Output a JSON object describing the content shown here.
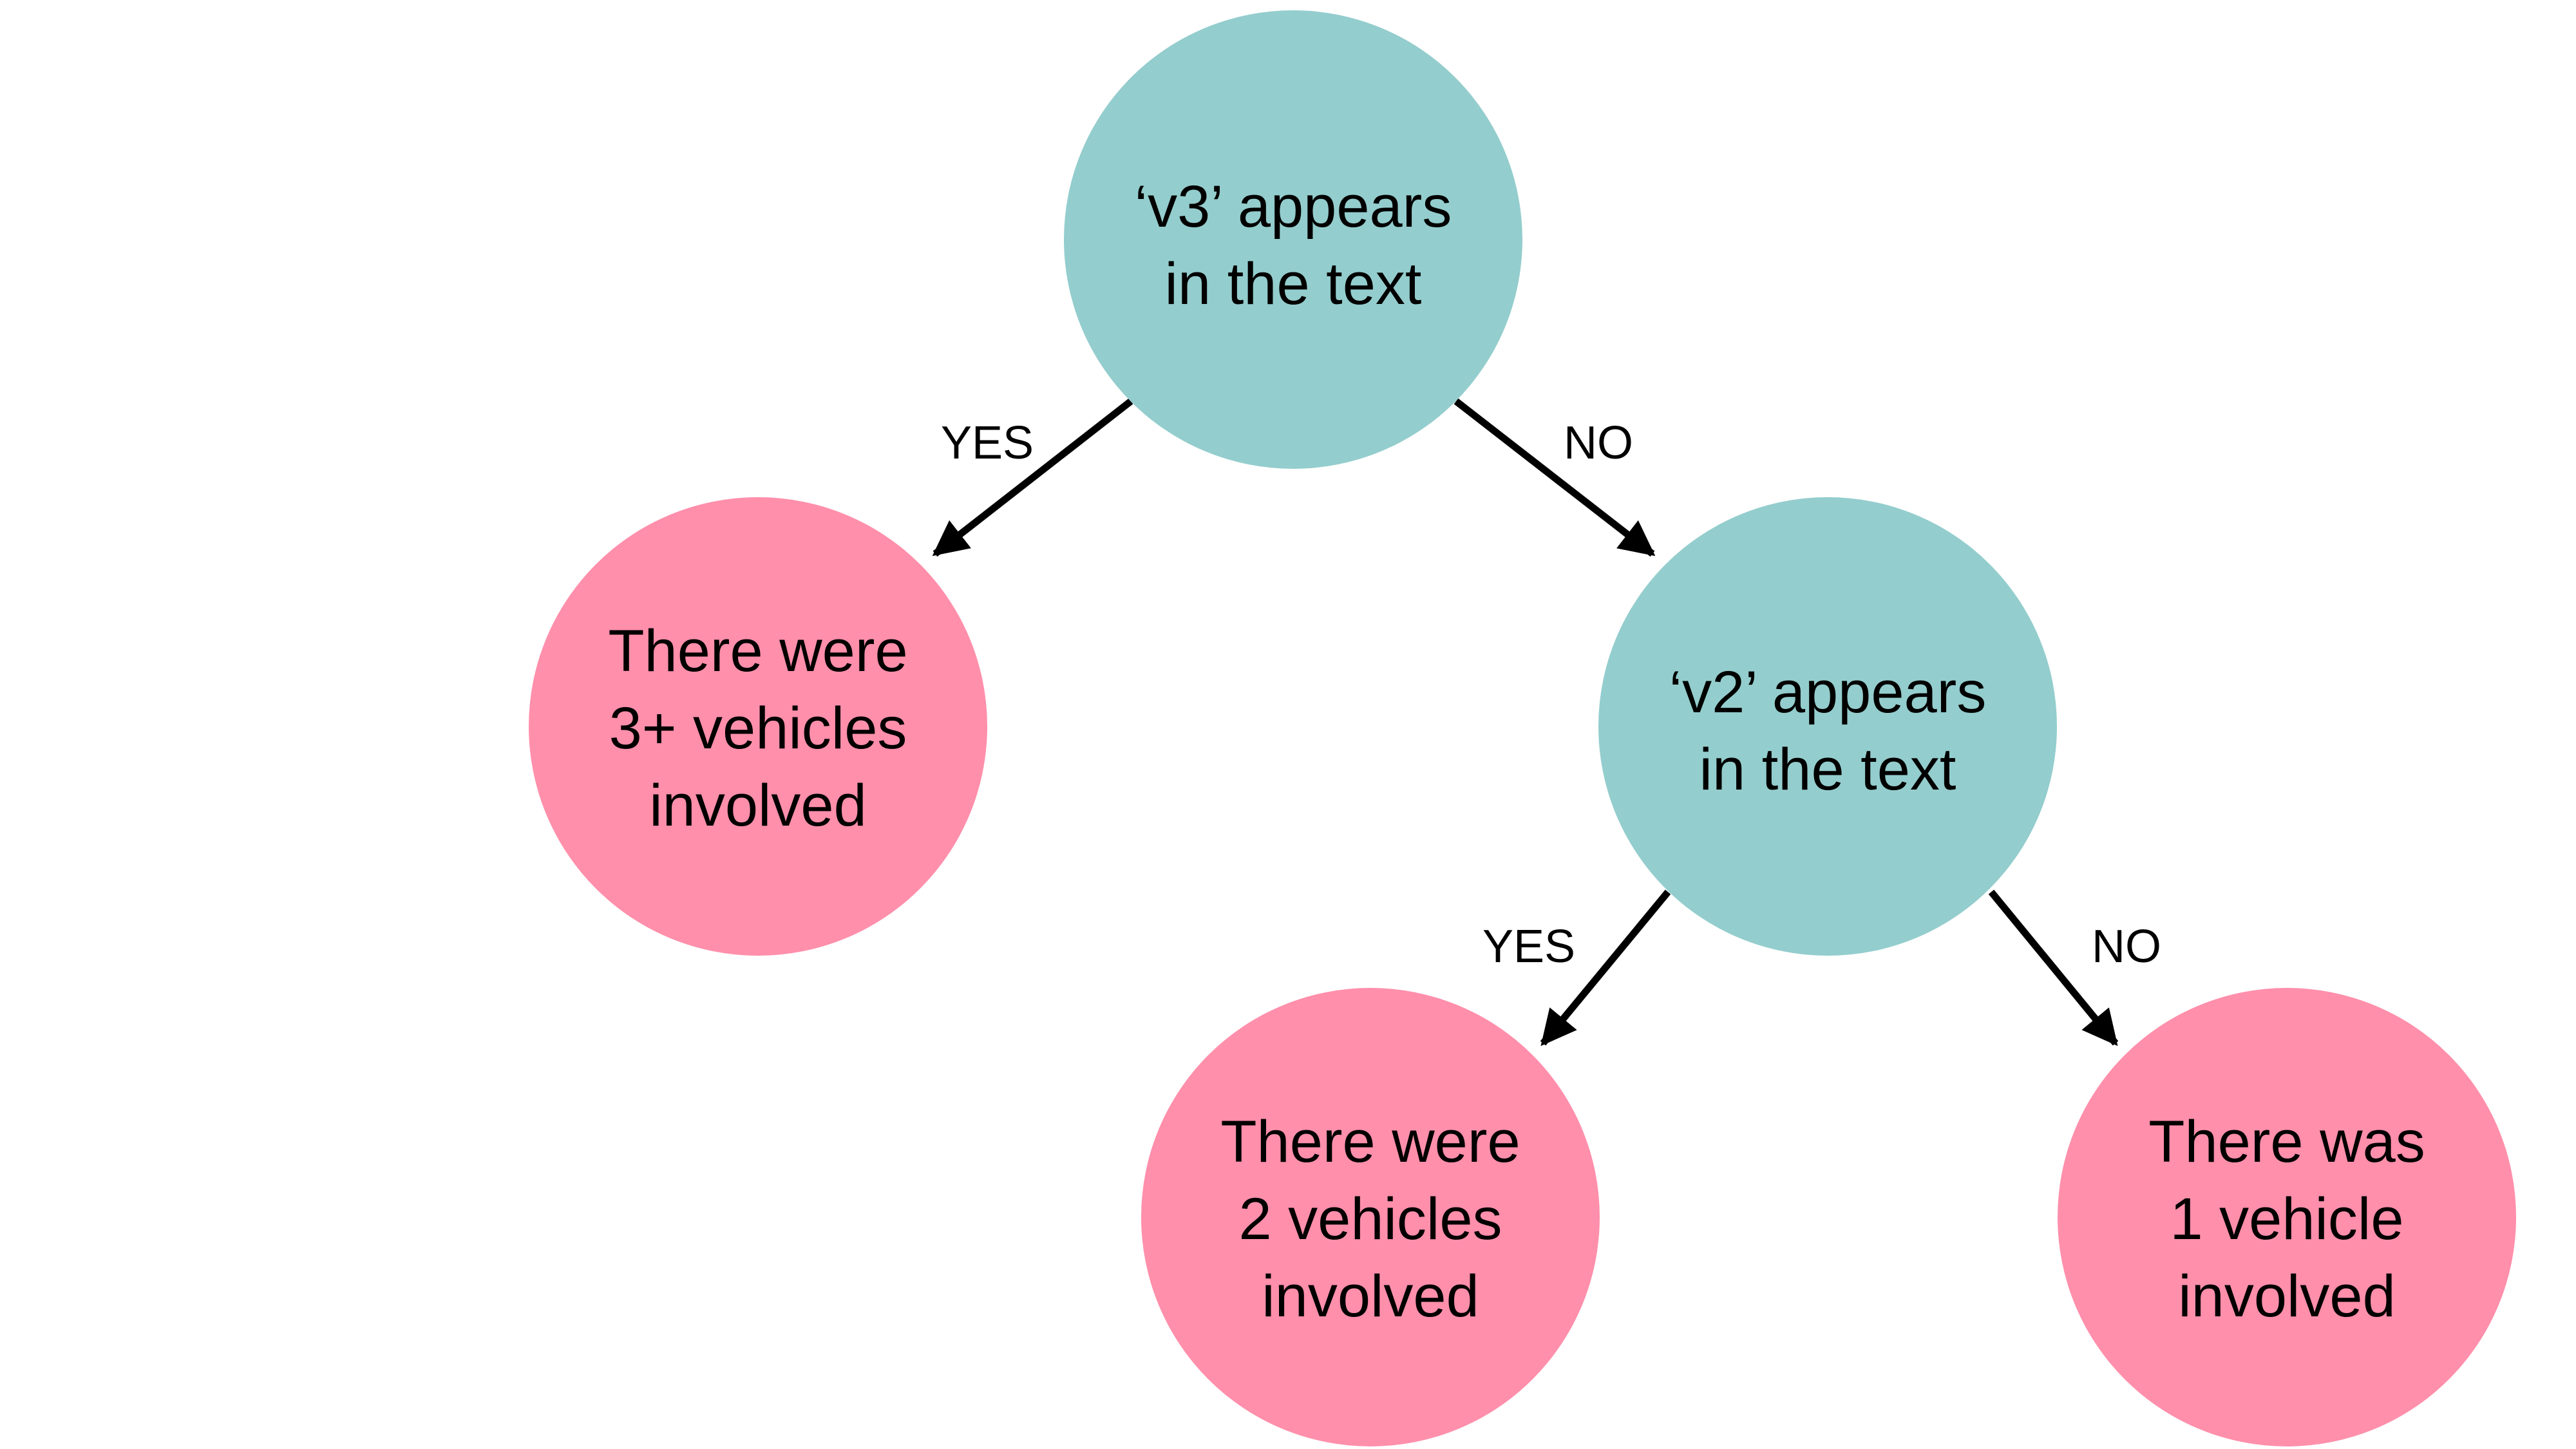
{
  "colors": {
    "decision": "#94CDCD",
    "outcome": "#FF8FAB",
    "edge": "#000000"
  },
  "nodes": {
    "root": {
      "lines": [
        "‘v3’ appears",
        "in the text"
      ]
    },
    "three_plus": {
      "lines": [
        "There were",
        "3+ vehicles",
        "involved"
      ]
    },
    "v2": {
      "lines": [
        "‘v2’ appears",
        "in the text"
      ]
    },
    "two": {
      "lines": [
        "There were",
        "2 vehicles",
        "involved"
      ]
    },
    "one": {
      "lines": [
        "There was",
        "1 vehicle",
        "involved"
      ]
    }
  },
  "edges": {
    "root_yes": "YES",
    "root_no": "NO",
    "v2_yes": "YES",
    "v2_no": "NO"
  }
}
